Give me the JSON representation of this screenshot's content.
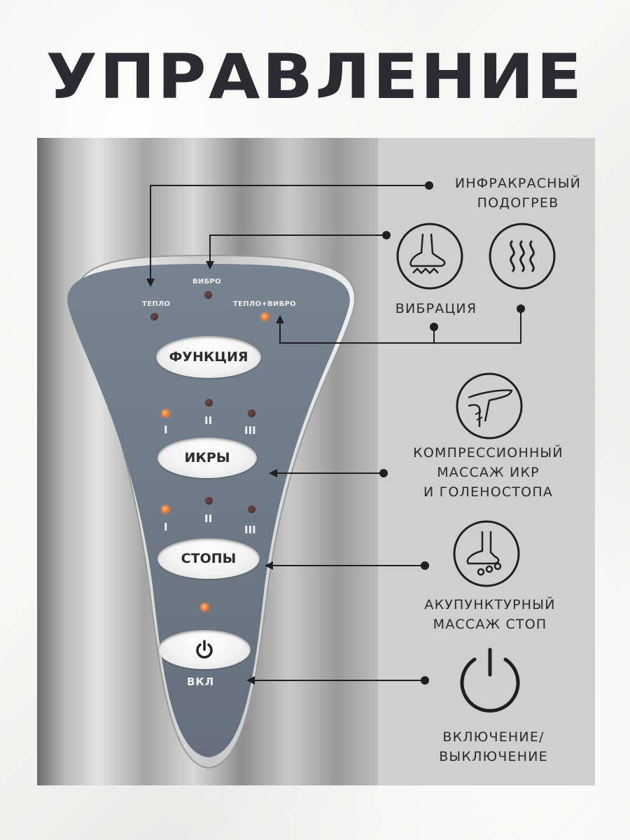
{
  "title": "УПРАВЛЕНИЕ",
  "device": {
    "led_heat_label": "ТЕПЛО",
    "led_vibro_label": "ВИБРО",
    "led_heat_vibro_label": "ТЕПЛО+ВИБРО",
    "function_button": "ФУНКЦИЯ",
    "calves_button": "ИКРЫ",
    "feet_button": "СТОПЫ",
    "on_label": "ВКЛ",
    "levels": [
      "I",
      "II",
      "III"
    ]
  },
  "annotations": {
    "infrared": "ИНФРАКРАСНЫЙ\nПОДОГРЕВ",
    "vibration": "ВИБРАЦИЯ",
    "compression": "КОМПРЕССИОННЫЙ\nМАССАЖ ИКР\nИ ГОЛЕНОСТОПА",
    "acupuncture": "АКУПУНКТУРНЫЙ\nМАССАЖ СТОП",
    "power": "ВКЛЮЧЕНИЕ/\nВЫКЛЮЧЕНИЕ"
  },
  "icons": {
    "vibration_foot": "foot-vibration-icon",
    "heat": "heat-waves-icon",
    "legs": "legs-icon",
    "foot_massage": "foot-massage-icon",
    "power": "power-icon"
  },
  "colors": {
    "title": "#2b2b31",
    "panel_face": "#6e7a86",
    "led_on": "#e0561b",
    "line": "#1f1f1f"
  }
}
